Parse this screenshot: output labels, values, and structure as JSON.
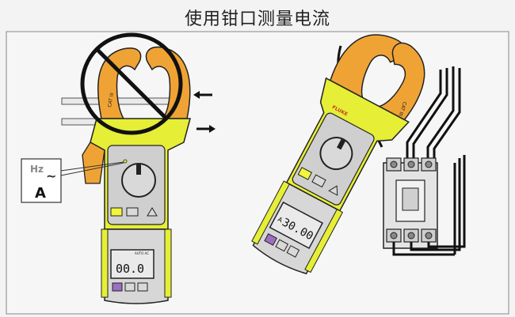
{
  "title": "使用钳口测量电流",
  "left_meter": {
    "callout_freq": "Hz",
    "callout_wave": "~",
    "callout_unit": "A",
    "display_reading": "00.0",
    "display_mode": "AUTO\nAC",
    "jaw_label": "CAT III",
    "status": "prohibited"
  },
  "right_meter": {
    "brand": "FLUKE",
    "display_reading": "30.00",
    "display_unit": "A",
    "jaw_label": "CAT III"
  },
  "colors": {
    "jaw_orange": "#f0a335",
    "body_yellow": "#e6ee36",
    "body_gray": "#d7d7d7",
    "dark": "#222222",
    "purple_button": "#9b6fc2",
    "yellow_button": "#f1f53d",
    "prohibit_line": "#111111"
  }
}
